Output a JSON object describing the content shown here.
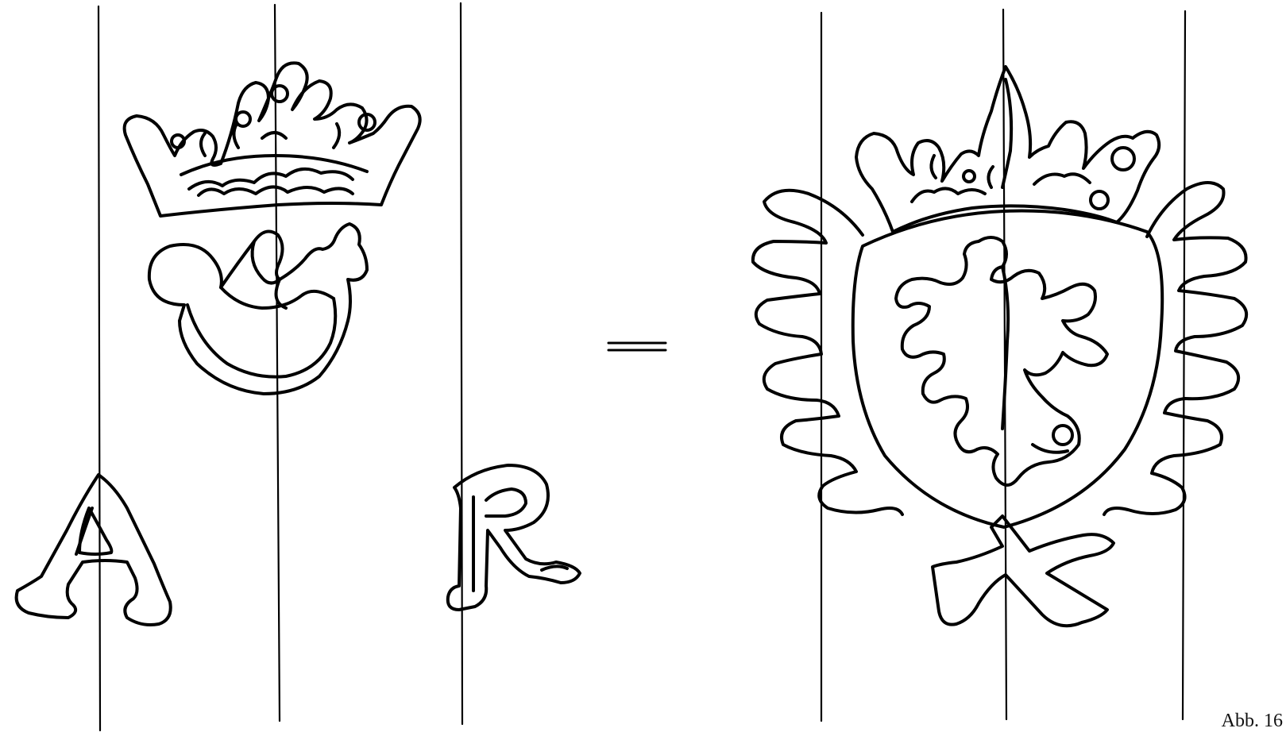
{
  "figure": {
    "caption": "Abb. 16",
    "letters": [
      "A",
      "R"
    ],
    "equals_sign": "=",
    "left_motif": "crown-over-posthorn",
    "right_motif": "crowned-shield-with-eagle-and-crossed-sceptres",
    "ink_color": "#000000",
    "paper_color": "#ffffff"
  }
}
